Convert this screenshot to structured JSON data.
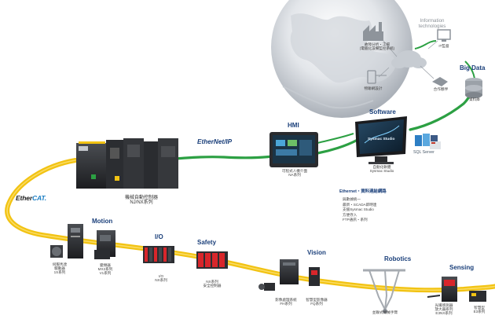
{
  "top": {
    "info_tech_line1": "Information",
    "info_tech_line2": "technologies",
    "factory_label_line1": "故障分析・工場",
    "factory_label_line2": "(電腦化設備監控系統)",
    "pc_label": "IT監督",
    "mobile_label": "物聯網設計",
    "partner_label": "合作夥伴",
    "big_data": "Big Data",
    "database_label": "資料庫"
  },
  "software": {
    "heading": "Software",
    "screen_title": "Sysmac Studio",
    "label_line1": "自動化軟體",
    "label_line2": "Sysmac Studio",
    "sql_label": "SQL Server"
  },
  "hmi": {
    "heading": "HMI",
    "label_line1": "可程式人機介面",
    "label_line2": "NA系列"
  },
  "network": {
    "ethernet_ip": "EtherNet/IP",
    "ethercat_prefix": "Ether",
    "ethercat_suffix": "CAT.",
    "ethernet_heading": "Ethernet・資料連結網路",
    "ethernet_items": [
      "與數據統一",
      "最新・SCADA即時連",
      "支援Sysmac Studio",
      "方便存入",
      "FTP通訊・系列"
    ]
  },
  "controller": {
    "label_line1": "機械自動控制器",
    "label_line2": "NJ/NX系列"
  },
  "sections": {
    "motion": "Motion",
    "io": "I/O",
    "safety": "Safety",
    "vision": "Vision",
    "robotics": "Robotics",
    "sensing": "Sensing"
  },
  "devices": {
    "servo_line1": "伺服馬達",
    "servo_line2": "驅動器",
    "servo_line3": "1S系列",
    "inverter_line1": "變頻器",
    "inverter_line2": "MX2系列",
    "inverter_line3": "V1系列",
    "io_line1": "I/O",
    "io_line2": "NX系列",
    "safety_line1": "NX系列",
    "safety_line2": "安全控制器",
    "vision_fh_line1": "影像處理系統",
    "vision_fh_line2": "FH系列",
    "vision_fq_line1": "智慧型影像器",
    "vision_fq_line2": "FQ系列",
    "robot_label": "並聯式機械手臂",
    "sensing_line1": "光纖感測器",
    "sensing_line2": "放大器系列",
    "sensing_line3": "E3NX系列",
    "smart_line1": "智慧型",
    "smart_line2": "E3系列"
  },
  "colors": {
    "ethercat_cable": "#f2c313",
    "ethernet_cable": "#2ca043",
    "heading_blue": "#1a3f7a",
    "safety_red": "#d8262b"
  }
}
